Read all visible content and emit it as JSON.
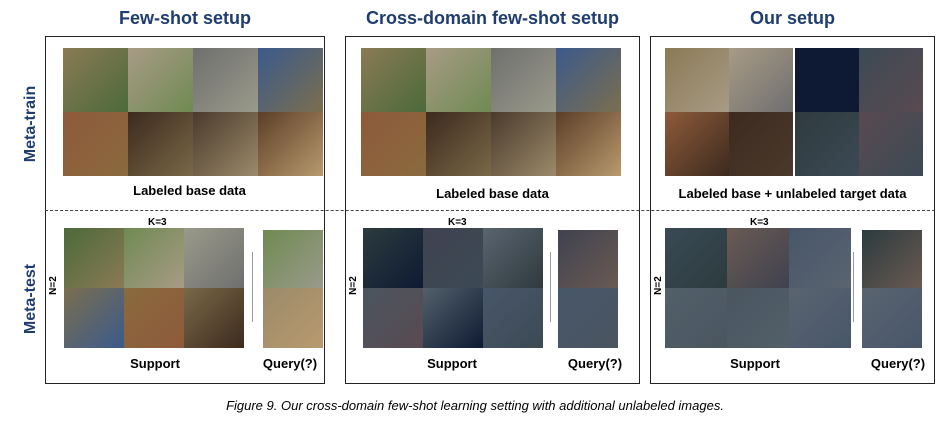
{
  "columns": [
    {
      "title": "Few-shot setup",
      "train_caption": "Labeled base data",
      "support_caption": "Support",
      "query_caption": "Query(?)",
      "k_label": "K=3",
      "n_label": "N=2"
    },
    {
      "title": "Cross-domain few-shot setup",
      "train_caption": "Labeled base data",
      "support_caption": "Support",
      "query_caption": "Query(?)",
      "k_label": "K=3",
      "n_label": "N=2"
    },
    {
      "title": "Our setup",
      "train_caption": "Labeled base + unlabeled target data",
      "support_caption": "Support",
      "query_caption": "Query(?)",
      "k_label": "K=3",
      "n_label": "N=2"
    }
  ],
  "row_labels": {
    "train": "Meta-train",
    "test": "Meta-test"
  },
  "figure_caption": "Figure 9. Our cross-domain few-shot learning setting with additional unlabeled images.",
  "palette": {
    "natural": [
      "#8a7a55",
      "#a89b86",
      "#6f6f6f",
      "#3b5a8c",
      "#8e5a3a",
      "#3c2a1e",
      "#4a3a2c",
      "#5c3e28"
    ],
    "natural_test": [
      "#4c6a3a",
      "#6f8a52",
      "#9a9a8a",
      "#7b6e4e",
      "#8a6a3e",
      "#7a6848",
      "#9b8a6a",
      "#b89a6e"
    ],
    "satellite": [
      "#2c3b3e",
      "#3f4250",
      "#5a6470",
      "#4a5560",
      "#52606a",
      "#48566a",
      "#6a5a52",
      "#3a4a55"
    ],
    "target_unlabeled": [
      "#0e1a33",
      "#3c4a55",
      "#2e3a3e",
      "#5a4a50"
    ]
  }
}
